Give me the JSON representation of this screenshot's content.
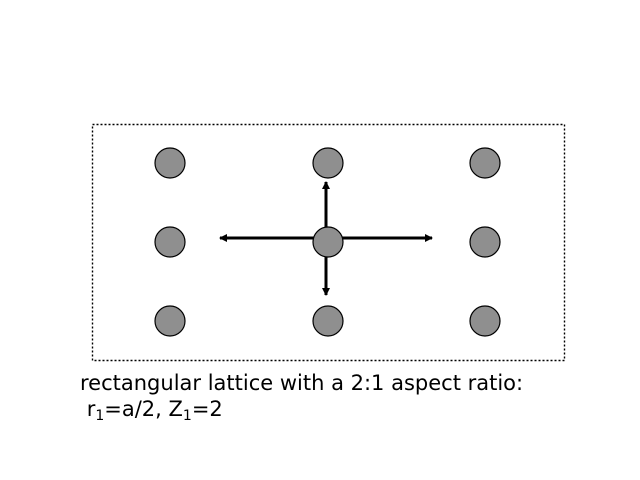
{
  "diagram": {
    "title_line1": "rectangular lattice with a 2:1 aspect ratio:",
    "line2": {
      "r_symbol": "r",
      "r_sub": "1",
      "r_value": "=a/2, ",
      "z_symbol": "Z",
      "z_sub": "1",
      "z_value": "=2"
    },
    "colors": {
      "site_fill": "#8f8f8f",
      "stroke": "#000000",
      "background": "#ffffff"
    },
    "lattice": {
      "rows": 3,
      "cols": 3,
      "x_positions": [
        170,
        328,
        485
      ],
      "y_positions": [
        163,
        242,
        321
      ],
      "radius": 15
    },
    "arrows": [
      {
        "from": "center",
        "direction": "up"
      },
      {
        "from": "center",
        "direction": "down"
      },
      {
        "from": "center",
        "direction": "left"
      },
      {
        "from": "center",
        "direction": "right"
      }
    ],
    "unit_cell_box": {
      "style": "dotted"
    }
  }
}
